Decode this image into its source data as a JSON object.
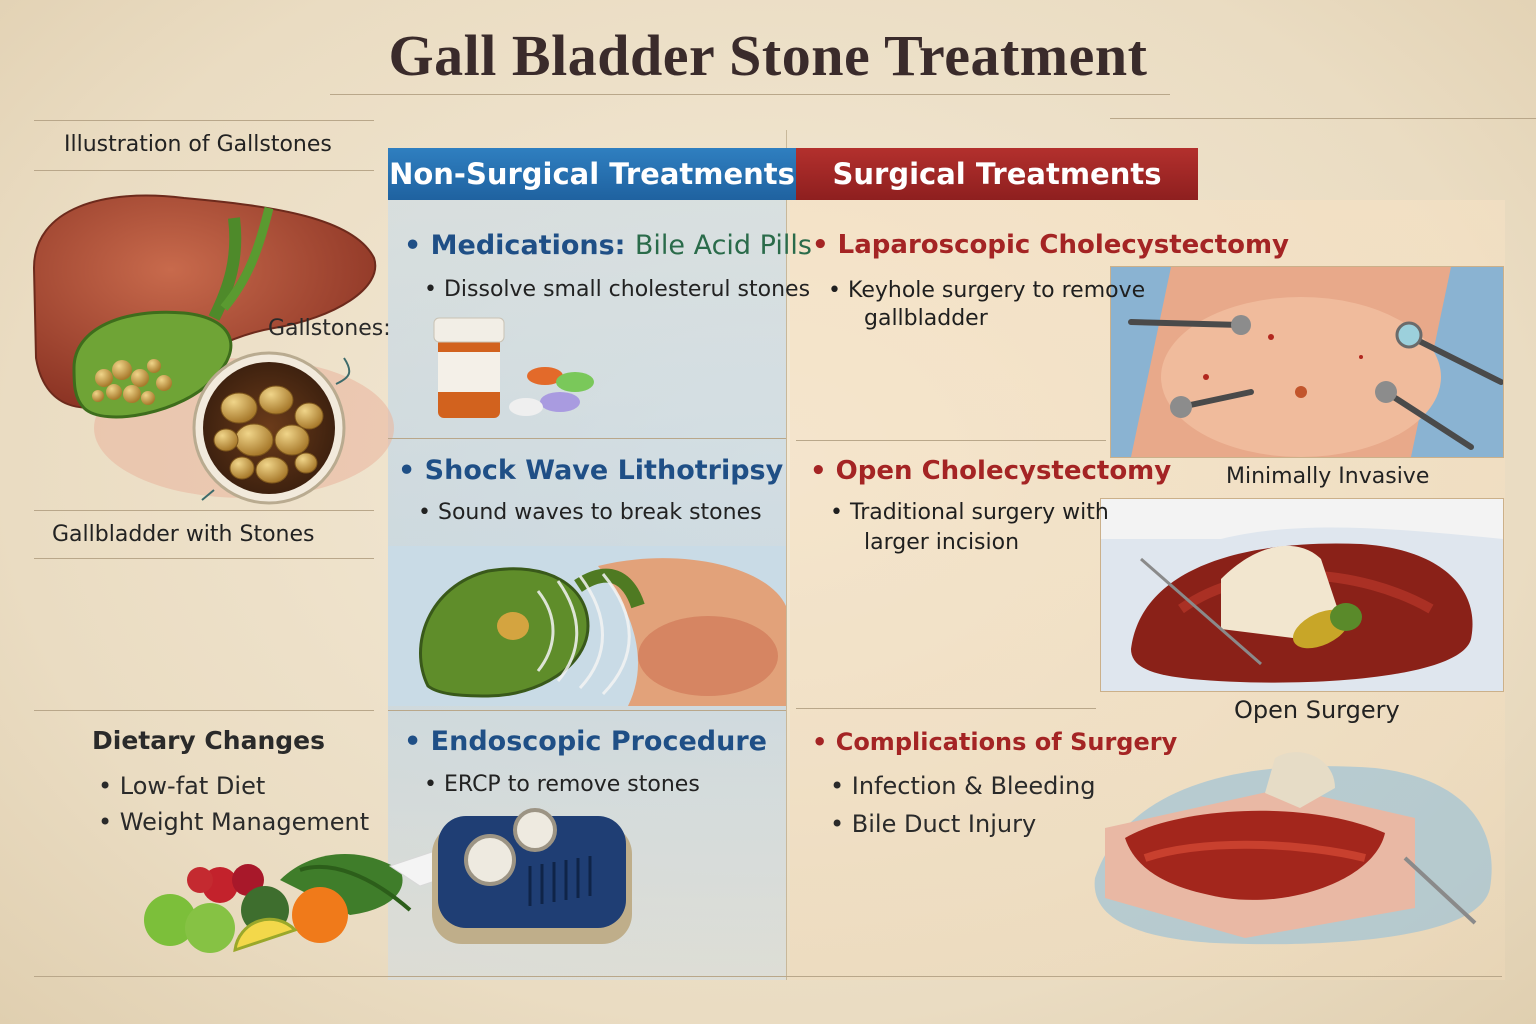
{
  "title": "Gall Bladder Stone Treatment",
  "headers": {
    "non_surgical": "Non-Surgical Treatments",
    "surgical": "Surgical Treatments"
  },
  "left": {
    "illustration_caption": "Illustration of Gallstones",
    "gallstones_label": "Gallstones:",
    "gallbladder_caption": "Gallbladder with Stones",
    "dietary": {
      "title": "Dietary Changes",
      "items": [
        "Low-fat Diet",
        "Weight Management"
      ]
    }
  },
  "non_surgical": {
    "medications": {
      "title": "Medications:",
      "accent": "Bile Acid Pills",
      "detail": "Dissolve small cholesterul stones"
    },
    "lithotripsy": {
      "title": "Shock Wave Lithotripsy",
      "detail": "Sound waves to break stones"
    },
    "endoscopic": {
      "title": "Endoscopic Procedure",
      "detail": "ERCP to remove stones"
    }
  },
  "surgical": {
    "laparoscopic": {
      "title": "Laparoscopic Cholecystectomy",
      "detail_line1": "Keyhole surgery to remove",
      "detail_line2": "gallbladder",
      "caption": "Minimally Invasive"
    },
    "open": {
      "title": "Open Cholecystectomy",
      "detail_line1": "Traditional surgery with",
      "detail_line2": "larger incision",
      "caption": "Open Surgery"
    },
    "complications": {
      "title": "Complications of Surgery",
      "items": [
        "Infection & Bleeding",
        "Bile Duct Injury"
      ]
    }
  },
  "colors": {
    "non_surgical_header": "#1f62a0",
    "surgical_header": "#9e2424",
    "background": "#efe4cf"
  }
}
